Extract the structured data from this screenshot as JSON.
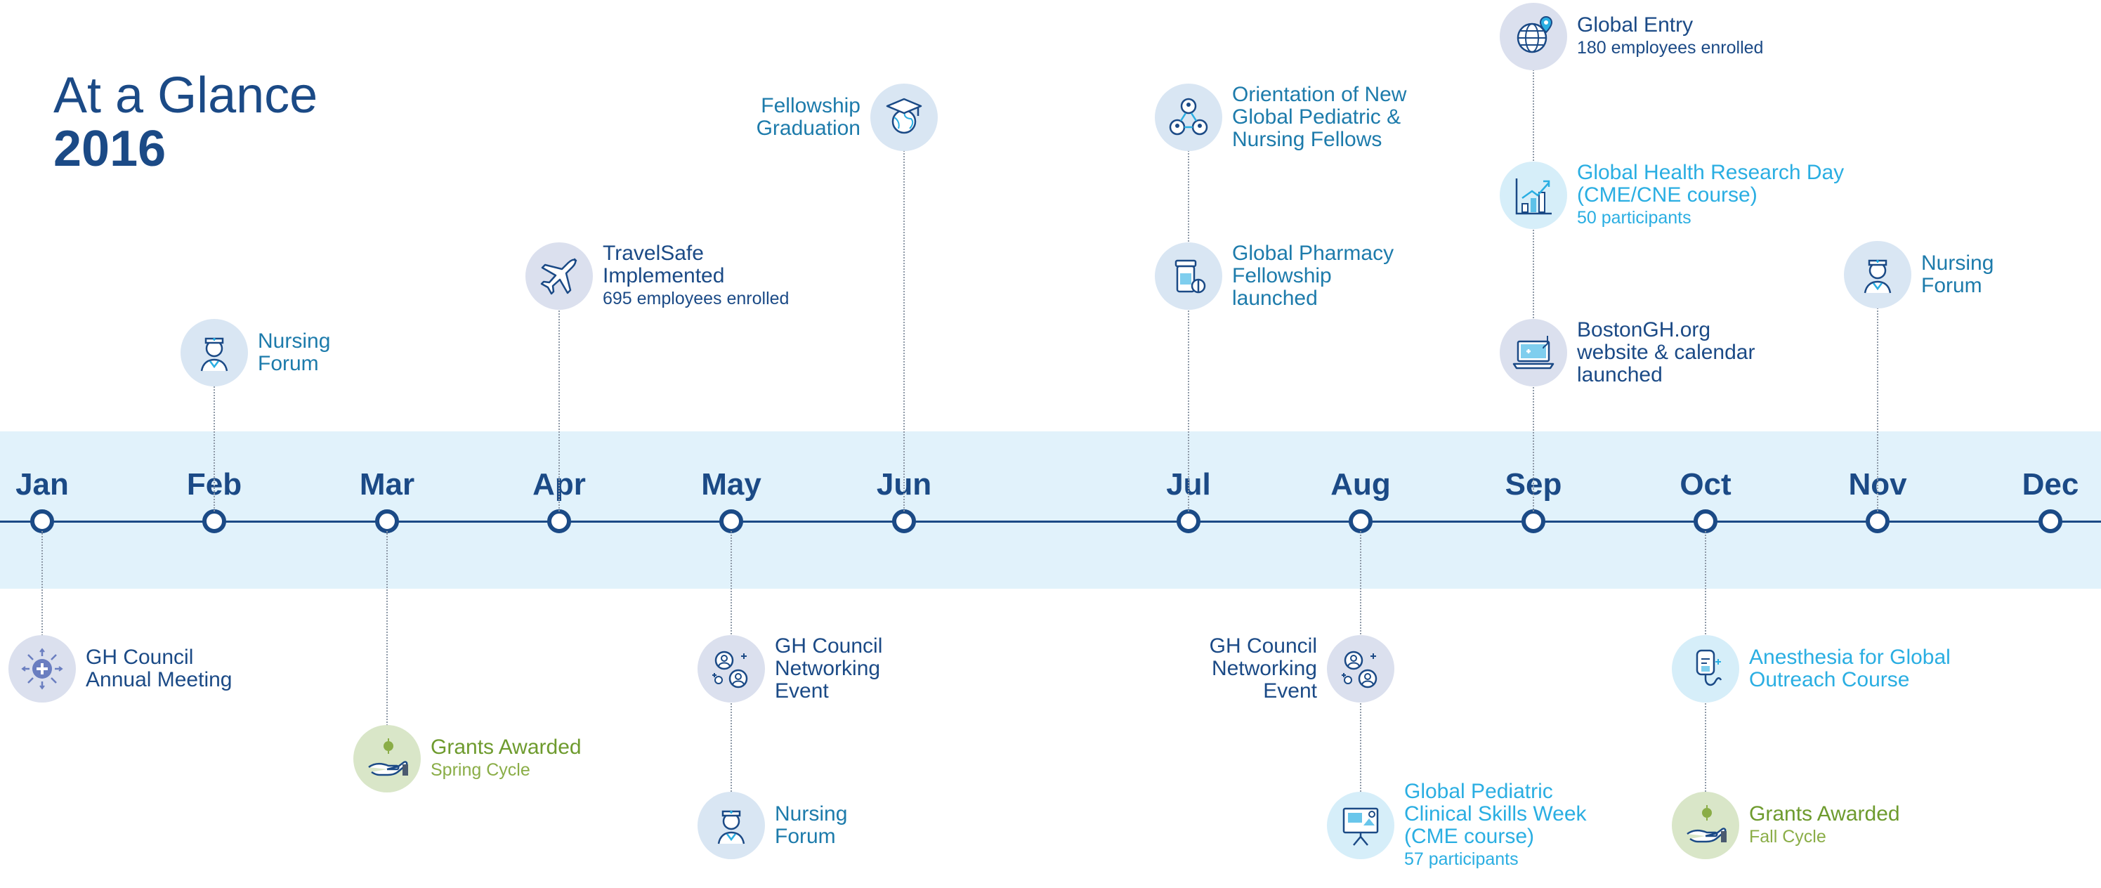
{
  "header": {
    "title_line1": "At a Glance",
    "title_line2": "2016"
  },
  "months": [
    "Jan",
    "Feb",
    "Mar",
    "Apr",
    "May",
    "Jun",
    "Jul",
    "Aug",
    "Sep",
    "Oct",
    "Nov",
    "Dec"
  ],
  "events": [
    {
      "month": "Feb",
      "lines": [
        "Nursing",
        "Forum"
      ],
      "sub": "",
      "icon": "nurse-icon",
      "color": "teal"
    },
    {
      "month": "Apr",
      "lines": [
        "TravelSafe",
        "Implemented"
      ],
      "sub": "695 employees enrolled",
      "icon": "airplane-icon",
      "color": "navy"
    },
    {
      "month": "Jun",
      "lines": [
        "Fellowship",
        "Graduation"
      ],
      "sub": "",
      "icon": "graduation-globe-icon",
      "color": "teal"
    },
    {
      "month": "Jul",
      "lines": [
        "Orientation of New",
        "Global Pediatric &",
        "Nursing Fellows"
      ],
      "sub": "",
      "icon": "people-network-icon",
      "color": "teal"
    },
    {
      "month": "Jul",
      "lines": [
        "Global Pharmacy",
        "Fellowship",
        "launched"
      ],
      "sub": "",
      "icon": "pharmacy-icon",
      "color": "teal"
    },
    {
      "month": "Sep",
      "lines": [
        "Global Entry"
      ],
      "sub": "180 employees enrolled",
      "icon": "globe-pin-icon",
      "color": "navy"
    },
    {
      "month": "Sep",
      "lines": [
        "Global Health Research Day",
        "(CME/CNE course)"
      ],
      "sub": "50 participants",
      "icon": "bar-chart-icon",
      "color": "sky"
    },
    {
      "month": "Sep",
      "lines": [
        "BostonGH.org",
        "website & calendar",
        "launched"
      ],
      "sub": "",
      "icon": "laptop-icon",
      "color": "navy"
    },
    {
      "month": "Nov",
      "lines": [
        "Nursing",
        "Forum"
      ],
      "sub": "",
      "icon": "nurse-icon",
      "color": "teal"
    },
    {
      "month": "Jan",
      "lines": [
        "GH Council",
        "Annual Meeting"
      ],
      "sub": "",
      "icon": "medical-cross-icon",
      "color": "navy"
    },
    {
      "month": "Mar",
      "lines": [
        "Grants Awarded"
      ],
      "sub": "Spring Cycle",
      "icon": "hand-coin-icon",
      "color": "green"
    },
    {
      "month": "May",
      "lines": [
        "GH Council",
        "Networking",
        "Event"
      ],
      "sub": "",
      "icon": "networking-icon",
      "color": "navy"
    },
    {
      "month": "May",
      "lines": [
        "Nursing",
        "Forum"
      ],
      "sub": "",
      "icon": "nurse-icon",
      "color": "teal"
    },
    {
      "month": "Aug",
      "lines": [
        "GH Council",
        "Networking",
        "Event"
      ],
      "sub": "",
      "icon": "networking-icon",
      "color": "navy"
    },
    {
      "month": "Aug",
      "lines": [
        "Global Pediatric",
        "Clinical Skills Week",
        "(CME course)"
      ],
      "sub": "57 participants",
      "icon": "presentation-board-icon",
      "color": "sky"
    },
    {
      "month": "Oct",
      "lines": [
        "Anesthesia for Global",
        "Outreach Course"
      ],
      "sub": "",
      "icon": "iv-bag-icon",
      "color": "sky"
    },
    {
      "month": "Oct",
      "lines": [
        "Grants Awarded"
      ],
      "sub": "Fall Cycle",
      "icon": "hand-coin-icon",
      "color": "green"
    }
  ]
}
